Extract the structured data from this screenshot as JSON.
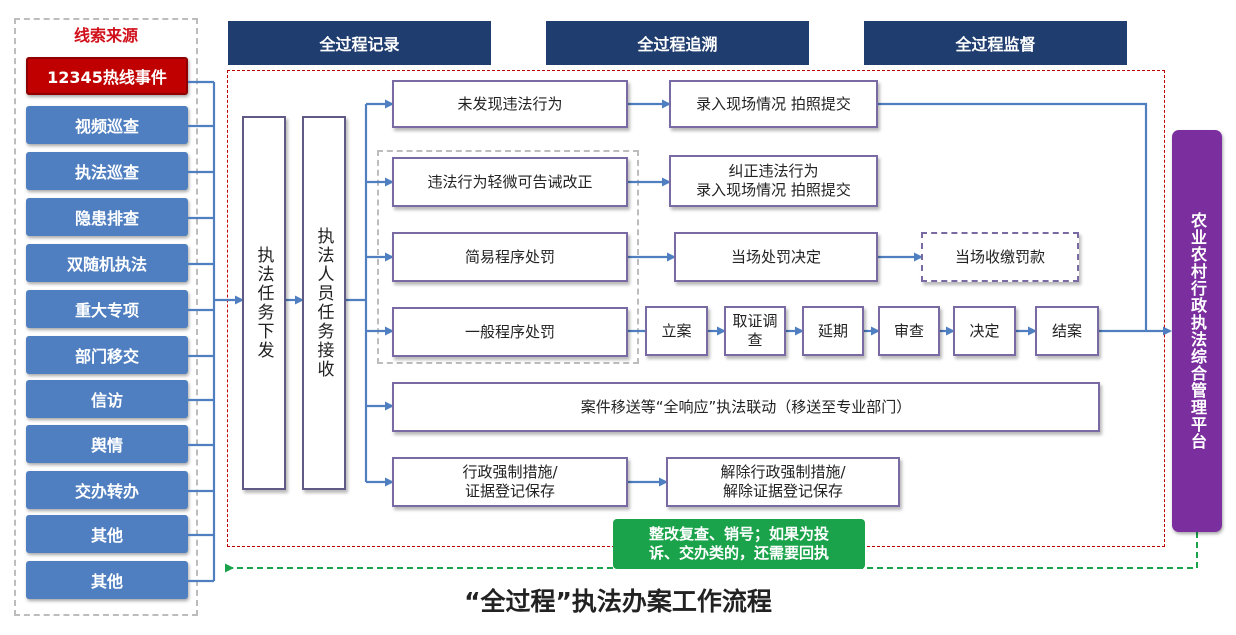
{
  "sources": {
    "title": "线索来源",
    "items": [
      "12345热线事件",
      "视频巡查",
      "执法巡查",
      "隐患排查",
      "双随机执法",
      "重大专项",
      "部门移交",
      "信访",
      "舆情",
      "交办转办",
      "其他",
      "其他"
    ]
  },
  "headers": [
    "全过程记录",
    "全过程追溯",
    "全过程监督"
  ],
  "flow": {
    "task_issue": "执法任务下发",
    "staff_accept": "执法人员任务接收",
    "branch1": "未发现违法行为",
    "branch1_next": "录入现场情况 拍照提交",
    "branch2": "违法行为轻微可告诫改正",
    "branch2_next_line1": "纠正违法行为",
    "branch2_next_line2": "录入现场情况 拍照提交",
    "branch3": "简易程序处罚",
    "branch3_next": "当场处罚决定",
    "branch3_final": "当场收缴罚款",
    "branch4": "一般程序处罚",
    "branch4_steps": [
      "立案",
      "取证调查",
      "延期",
      "审查",
      "决定",
      "结案"
    ],
    "branch5": "案件移送等“全响应”执法联动（移送至专业部门）",
    "branch6_line1": "行政强制措施/",
    "branch6_line2": "证据登记保存",
    "branch6_next_line1": "解除行政强制措施/",
    "branch6_next_line2": "解除证据登记保存"
  },
  "platform": "农业农村行政执法综合管理平台",
  "note": {
    "line1": "整改复查、销号；如果为投",
    "line2": "诉、交办类的，还需要回执"
  },
  "footer": "“全过程”执法办案工作流程",
  "colors": {
    "header_bg": "#1f3d6e",
    "source_bg": "#4f7fc0",
    "hotline_bg": "#c00000",
    "arrow": "#4f7fc0",
    "platform_bg": "#7b2f9e",
    "note_bg": "#1aa34a",
    "red_dash": "#c00000"
  }
}
